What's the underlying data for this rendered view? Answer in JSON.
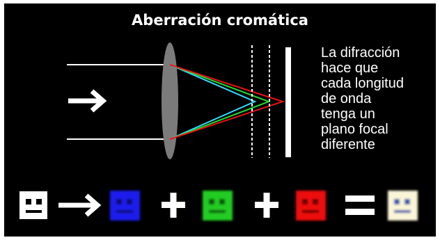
{
  "diagram": {
    "title": "Aberración cromática",
    "caption_lines": [
      "La difracción",
      "hace que",
      "cada longitud",
      "de onda",
      "tenga un",
      "plano focal",
      "diferente"
    ],
    "colors": {
      "background": "#000000",
      "lens": "#7b7b7b",
      "ray_blue": "#33ddff",
      "ray_green": "#22dd33",
      "ray_red": "#ee1111",
      "focal_plane": "#ffffff",
      "face_white": "#ffffff",
      "face_blue": "#1a1aee",
      "face_green": "#22cc22",
      "face_red": "#ee1111",
      "face_result": "#fbf5d8"
    },
    "equation": [
      "white-face",
      "arrow",
      "blue-face",
      "plus",
      "green-face",
      "plus",
      "red-face",
      "equals",
      "result-face"
    ]
  }
}
